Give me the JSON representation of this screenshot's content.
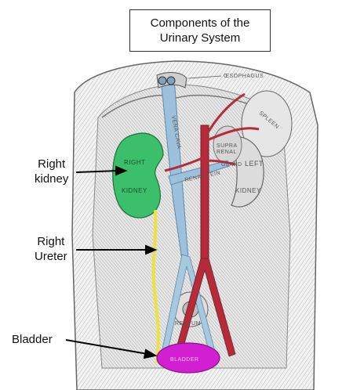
{
  "title": {
    "line1": "Components of the",
    "line2": "Urinary System"
  },
  "callouts": [
    {
      "id": "kidney",
      "lines": [
        "Right",
        "kidney"
      ]
    },
    {
      "id": "ureter",
      "lines": [
        "Right",
        "Ureter"
      ]
    },
    {
      "id": "bladder",
      "lines": [
        "Bladder"
      ]
    }
  ],
  "illustration_labels": {
    "oesophagus": "ŒSOPHAGUS",
    "vena_cava": "VENA CAVA",
    "spleen": "SPLEEN",
    "supra_renal_1": "SUPRA",
    "supra_renal_2": "RENAL",
    "gland": "GLAND",
    "renal_vein": "RENAL VEIN",
    "left": "LEFT",
    "left_kidney": "KIDNEY",
    "right": "RIGHT",
    "right_kidney": "KIDNEY",
    "rectum": "RECTUM",
    "bladder": "BLADDER"
  },
  "colors": {
    "kidney_highlight": "#3bbf6a",
    "ureter_highlight": "#f0e040",
    "bladder_highlight": "#d21fd2",
    "artery": "#b52b3a",
    "vein": "#8fb8d8",
    "engraving": "#7a7a7a"
  }
}
